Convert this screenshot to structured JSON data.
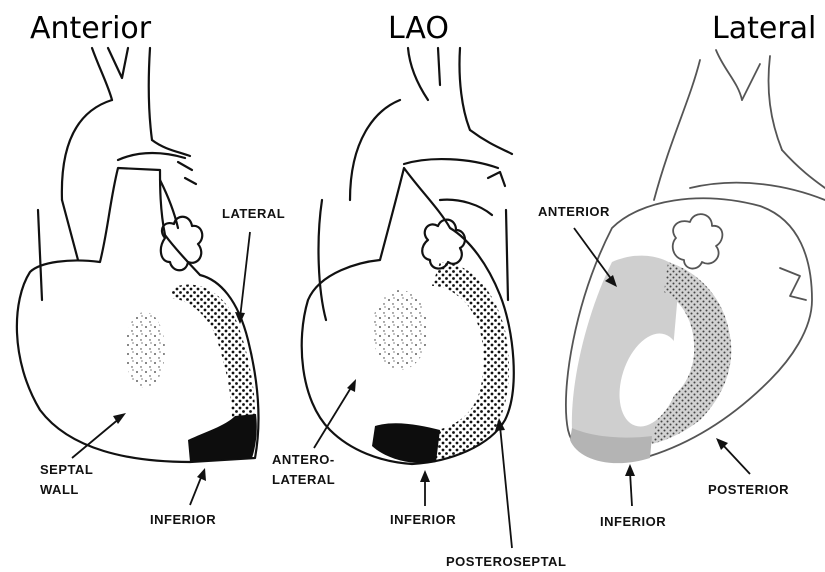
{
  "views": [
    {
      "title": "Anterior",
      "labels": [
        "LATERAL",
        "SEPTAL",
        "WALL",
        "INFERIOR"
      ]
    },
    {
      "title": "LAO",
      "labels": [
        "ANTERO-",
        "LATERAL",
        "INFERIOR",
        "POSTEROSEPTAL"
      ]
    },
    {
      "title": "Lateral",
      "labels": [
        "ANTERIOR",
        "POSTERIOR",
        "INFERIOR"
      ]
    }
  ],
  "legend_colors": {
    "dense_infarct": "#0d0d0d",
    "stippled_zone": "#1a1a1a",
    "gray_zone": "#cfcfcf",
    "gray_zone_dark": "#b4b4b4"
  }
}
